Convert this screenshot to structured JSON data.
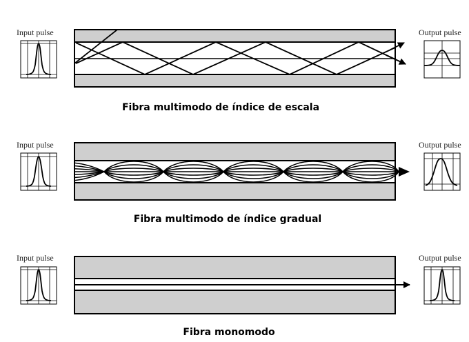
{
  "diagrams": [
    {
      "id": "step-index",
      "caption": "Fibra multimodo de índice de escala",
      "input_label": "Input pulse",
      "output_label": "Output pulse",
      "ray_type": "zigzag"
    },
    {
      "id": "graded-index",
      "caption": "Fibra multimodo de índice gradual",
      "input_label": "Input pulse",
      "output_label": "Output pulse",
      "ray_type": "sinusoidal"
    },
    {
      "id": "single-mode",
      "caption": "Fibra monomodo",
      "input_label": "Input pulse",
      "output_label": "Output pulse",
      "ray_type": "straight"
    }
  ],
  "colors": {
    "cladding": "#cfcfcf",
    "core": "#ffffff",
    "line": "#000000"
  }
}
